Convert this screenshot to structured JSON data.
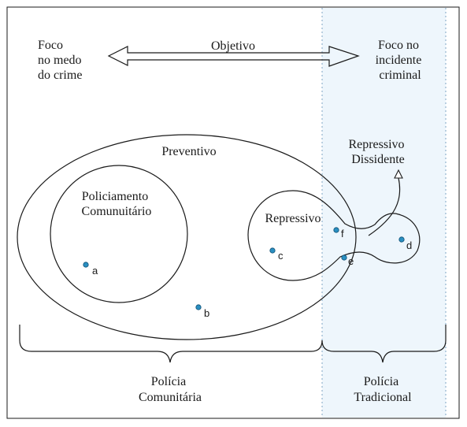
{
  "colors": {
    "line": "#1a1a1a",
    "shade": "#eef6fc",
    "dotted": "#7fa6c4",
    "point_fill": "#2a8fc1",
    "point_stroke": "#0f4f73"
  },
  "header": {
    "left_focus": [
      "Foco",
      "no medo",
      "do crime"
    ],
    "objective": "Objetivo",
    "right_focus": [
      "Foco no",
      "incidente",
      "criminal"
    ]
  },
  "regions": {
    "preventivo": "Preventivo",
    "policiamento": [
      "Policiamento",
      "Comunuitário"
    ],
    "repressivo": "Repressivo",
    "repressivo_dissidente": [
      "Repressivo",
      "Dissidente"
    ]
  },
  "points": [
    "a",
    "b",
    "c",
    "d",
    "e",
    "f"
  ],
  "footer": {
    "comunitaria": [
      "Polícia",
      "Comunitária"
    ],
    "tradicional": [
      "Polícia",
      "Tradicional"
    ]
  }
}
